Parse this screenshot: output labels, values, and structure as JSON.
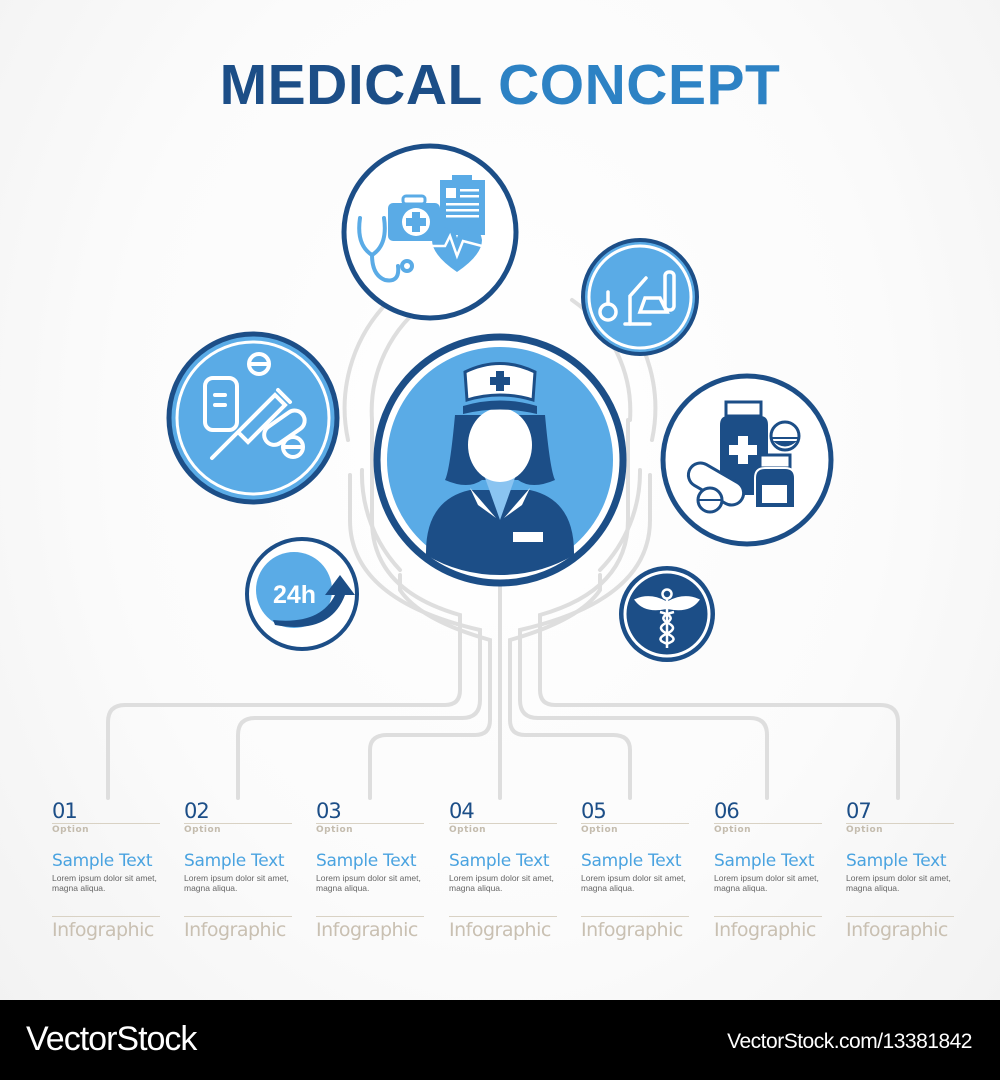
{
  "title": {
    "part1": "MEDICAL",
    "part2": "CONCEPT",
    "colors": {
      "part1": "#1c4e87",
      "part2": "#2d82c4"
    }
  },
  "colors": {
    "dark_blue": "#1c4e87",
    "light_blue": "#5aabe6",
    "connector_gray": "#dedede",
    "sample_text_blue": "#4aa3e0",
    "beige": "#c9c0b2"
  },
  "icons": {
    "center": "nurse-icon",
    "top": "medical-kit-stethoscope-clipboard-heart-icon",
    "top_right": "laboratory-microscope-flasks-icon",
    "left": "drugs-syringe-iv-bag-pills-icon",
    "right": "medicine-bottles-pills-icon",
    "bottom_left": "24h-service-icon",
    "bottom_right": "caduceus-icon"
  },
  "badge_24h": "24h",
  "options": [
    {
      "number": "01",
      "option_label": "Option",
      "heading": "Sample Text",
      "body": "Lorem ipsum dolor sit amet, magna aliqua.",
      "footer": "Infographic"
    },
    {
      "number": "02",
      "option_label": "Option",
      "heading": "Sample Text",
      "body": "Lorem ipsum dolor sit amet, magna aliqua.",
      "footer": "Infographic"
    },
    {
      "number": "03",
      "option_label": "Option",
      "heading": "Sample Text",
      "body": "Lorem ipsum dolor sit amet, magna aliqua.",
      "footer": "Infographic"
    },
    {
      "number": "04",
      "option_label": "Option",
      "heading": "Sample Text",
      "body": "Lorem ipsum dolor sit amet, magna aliqua.",
      "footer": "Infographic"
    },
    {
      "number": "05",
      "option_label": "Option",
      "heading": "Sample Text",
      "body": "Lorem ipsum dolor sit amet, magna aliqua.",
      "footer": "Infographic"
    },
    {
      "number": "06",
      "option_label": "Option",
      "heading": "Sample Text",
      "body": "Lorem ipsum dolor sit amet, magna aliqua.",
      "footer": "Infographic"
    },
    {
      "number": "07",
      "option_label": "Option",
      "heading": "Sample Text",
      "body": "Lorem ipsum dolor sit amet, magna aliqua.",
      "footer": "Infographic"
    }
  ],
  "footer": {
    "brand": "VectorStock",
    "url": "VectorStock.com/13381842"
  }
}
